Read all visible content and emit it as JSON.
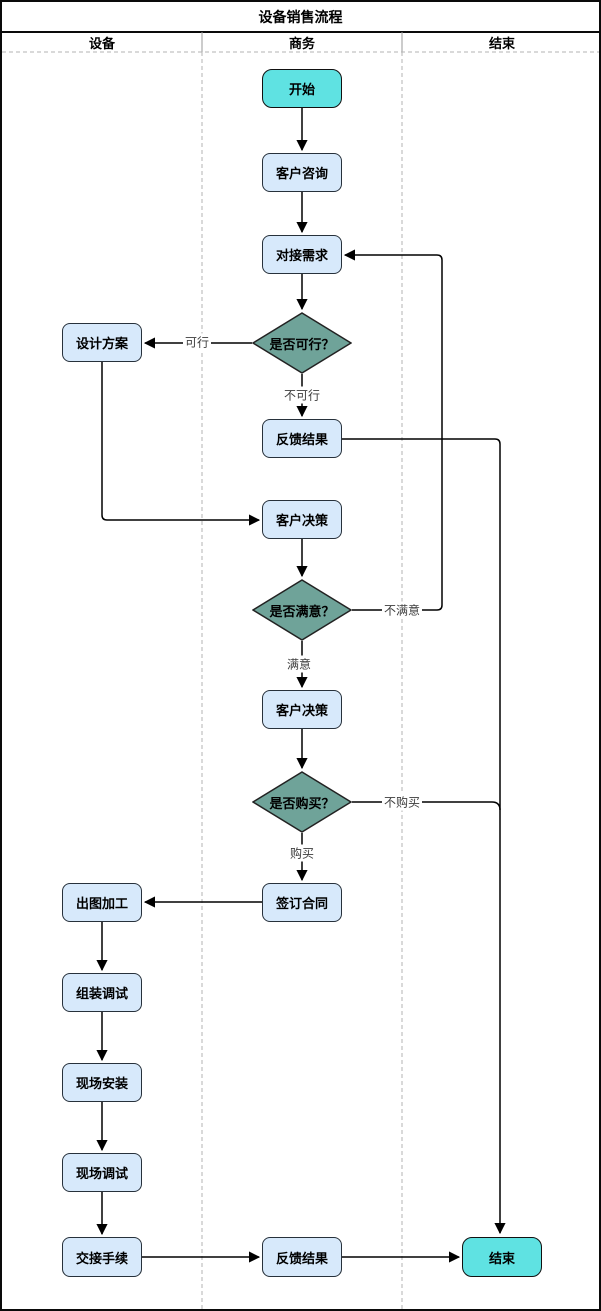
{
  "title": "设备销售流程",
  "lanes": [
    {
      "label": "设备"
    },
    {
      "label": "商务"
    },
    {
      "label": "结束"
    }
  ],
  "nodes": {
    "start": {
      "label": "开始",
      "type": "terminator"
    },
    "inquiry": {
      "label": "客户咨询",
      "type": "process"
    },
    "requirements": {
      "label": "对接需求",
      "type": "process"
    },
    "feasible": {
      "label": "是否可行？",
      "type": "decision"
    },
    "design": {
      "label": "设计方案",
      "type": "process"
    },
    "feedback1": {
      "label": "反馈结果",
      "type": "process"
    },
    "decision1": {
      "label": "客户决策",
      "type": "process"
    },
    "satisfied": {
      "label": "是否满意？",
      "type": "decision"
    },
    "decision2": {
      "label": "客户决策",
      "type": "process"
    },
    "purchase": {
      "label": "是否购买？",
      "type": "decision"
    },
    "contract": {
      "label": "签订合同",
      "type": "process"
    },
    "drawing": {
      "label": "出图加工",
      "type": "process"
    },
    "assembly": {
      "label": "组装调试",
      "type": "process"
    },
    "install": {
      "label": "现场安装",
      "type": "process"
    },
    "debugging": {
      "label": "现场调试",
      "type": "process"
    },
    "handover": {
      "label": "交接手续",
      "type": "process"
    },
    "feedback2": {
      "label": "反馈结果",
      "type": "process"
    },
    "end": {
      "label": "结束",
      "type": "terminator"
    }
  },
  "edge_labels": {
    "feasible_yes": "可行",
    "feasible_no": "不可行",
    "satisfied_no": "不满意",
    "satisfied_yes": "满意",
    "purchase_no": "不购买",
    "purchase_yes": "购买"
  },
  "colors": {
    "terminator_fill": "#5fe2e2",
    "process_fill": "#d7e9fb",
    "decision_fill": "#6fa399",
    "line": "#000000",
    "lane_divider": "#b3b3b3",
    "border": "#0a0a0a"
  }
}
